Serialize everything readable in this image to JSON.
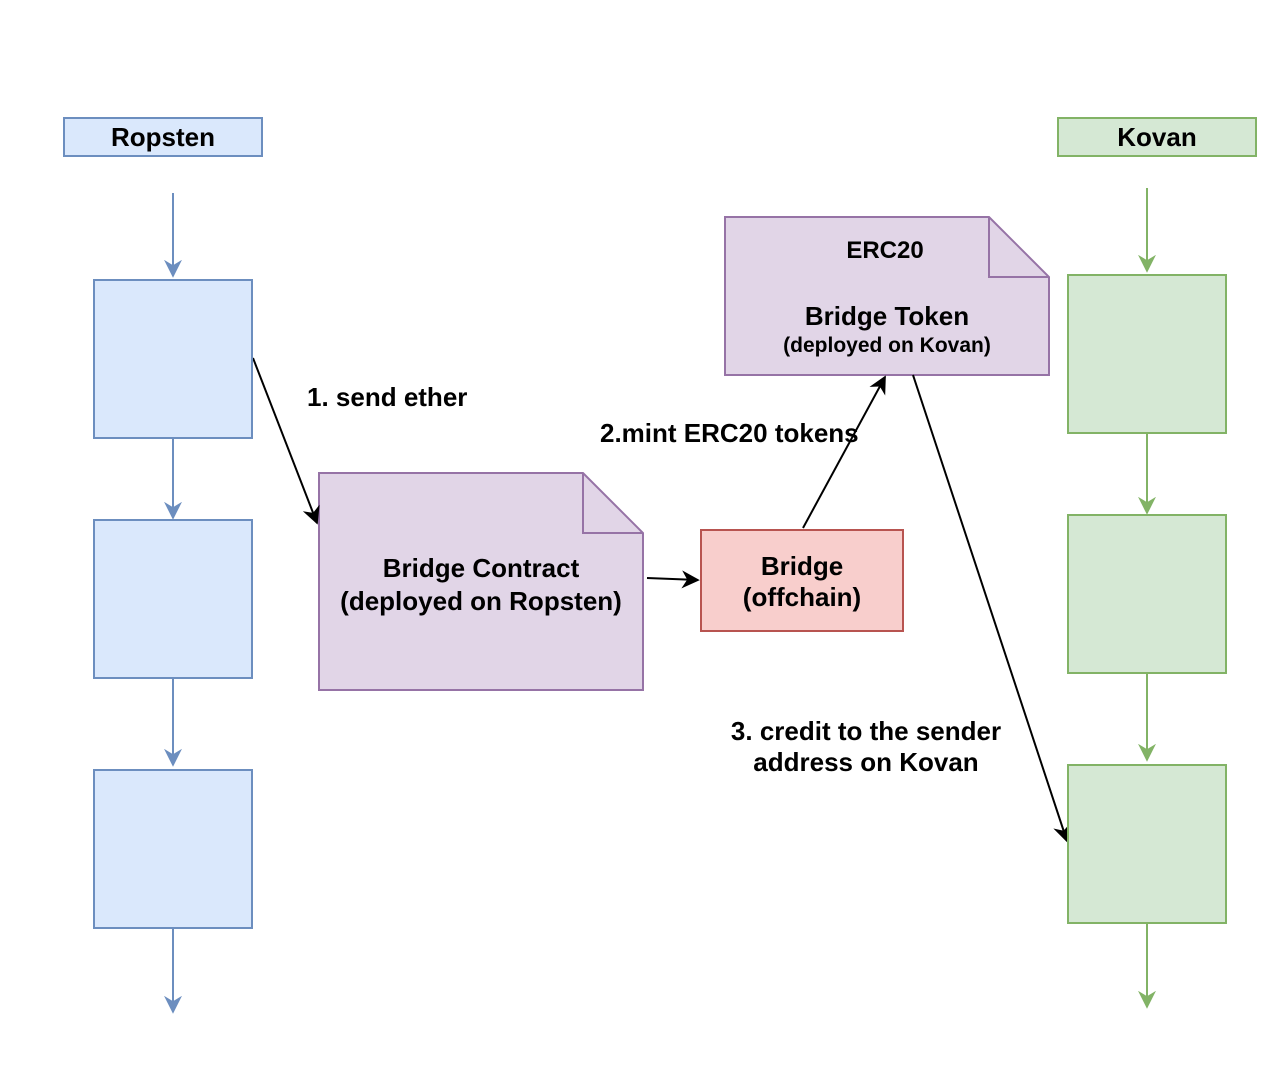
{
  "chains": {
    "left": {
      "title": "Ropsten",
      "fill": "#dae8fc",
      "stroke": "#6c8ebf"
    },
    "right": {
      "title": "Kovan",
      "fill": "#d5e8d4",
      "stroke": "#82b366"
    }
  },
  "nodes": {
    "bridge_contract": {
      "line1": "Bridge Contract",
      "line2": "(deployed on Ropsten)",
      "fill": "#e1d5e7",
      "stroke": "#9673a6"
    },
    "bridge_offchain": {
      "line1": "Bridge",
      "line2": "(offchain)",
      "fill": "#f8cecc",
      "stroke": "#b85450"
    },
    "bridge_token": {
      "line1": "ERC20",
      "line2": "Bridge Token",
      "line3": "(deployed on Kovan)",
      "fill": "#e1d5e7",
      "stroke": "#9673a6"
    }
  },
  "steps": {
    "step1": "1. send ether",
    "step2": "2.mint ERC20 tokens",
    "step3_line1": "3. credit to the sender",
    "step3_line2": "address on Kovan"
  }
}
